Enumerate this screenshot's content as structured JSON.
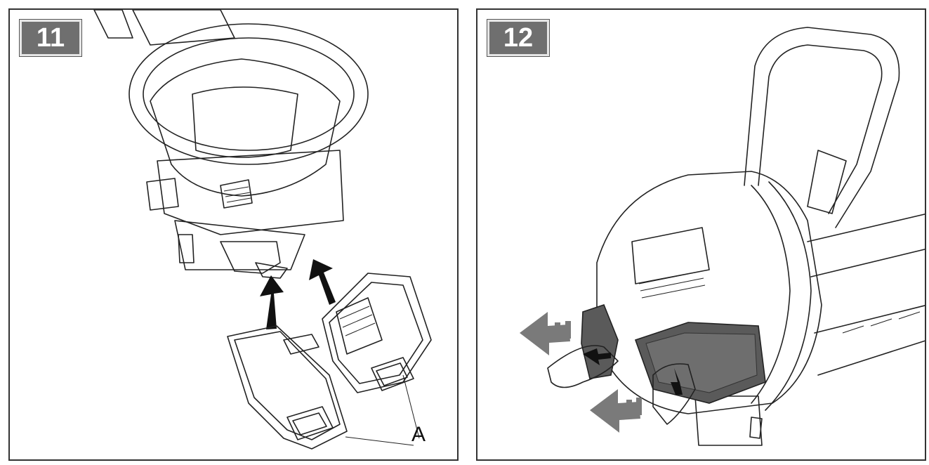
{
  "panels": [
    {
      "step": "11",
      "callout": "A"
    },
    {
      "step": "12"
    }
  ]
}
